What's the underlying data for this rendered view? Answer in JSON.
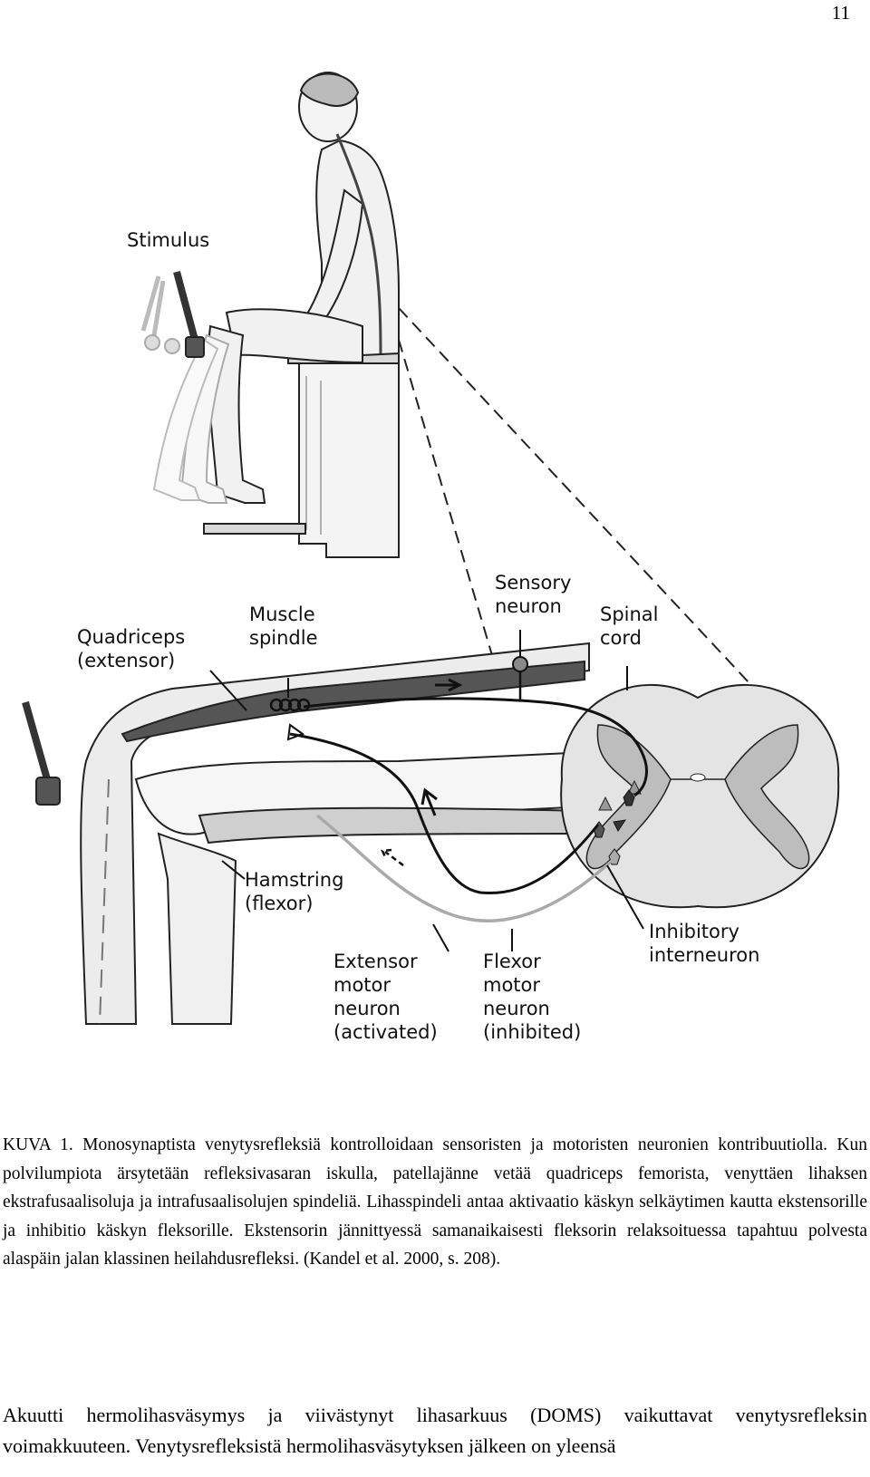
{
  "page_number": "11",
  "figure": {
    "labels": {
      "stimulus": "Stimulus",
      "sensory_neuron": [
        "Sensory",
        "neuron"
      ],
      "spinal_cord": [
        "Spinal",
        "cord"
      ],
      "muscle_spindle": [
        "Muscle",
        "spindle"
      ],
      "quadriceps": [
        "Quadriceps",
        "(extensor)"
      ],
      "hamstring": [
        "Hamstring",
        "(flexor)"
      ],
      "inhibitory_interneuron": [
        "Inhibitory",
        "interneuron"
      ],
      "extensor_motor_neuron": [
        "Extensor",
        "motor",
        "neuron",
        "(activated)"
      ],
      "flexor_motor_neuron": [
        "Flexor",
        "motor",
        "neuron",
        "(inhibited)"
      ]
    }
  },
  "caption": "KUVA 1. Monosynaptista venytysrefleksiä kontrolloidaan sensoristen ja motoristen neuronien kontribuutiolla. Kun polvilumpiota ärsytetään refleksivasaran iskulla, patellajänne vetää quadriceps femorista, venyttäen lihaksen ekstrafusaalisoluja ja intrafusaalisolujen spindeliä. Lihasspindeli antaa aktivaatio käskyn selkäytimen kautta ekstensorille ja inhibitio käskyn fleksorille. Ekstensorin jännittyessä samanaikaisesti fleksorin relaksoituessa tapahtuu polvesta alaspäin jalan klassinen heilahdusrefleksi. (Kandel et al. 2000, s. 208).",
  "body_text": "Akuutti hermolihasväsymys ja viivästynyt lihasarkuus (DOMS) vaikuttavat venytysrefleksin voimakkuuteen. Venytysrefleksistä hermolihasväsytyksen jälkeen on yleensä"
}
